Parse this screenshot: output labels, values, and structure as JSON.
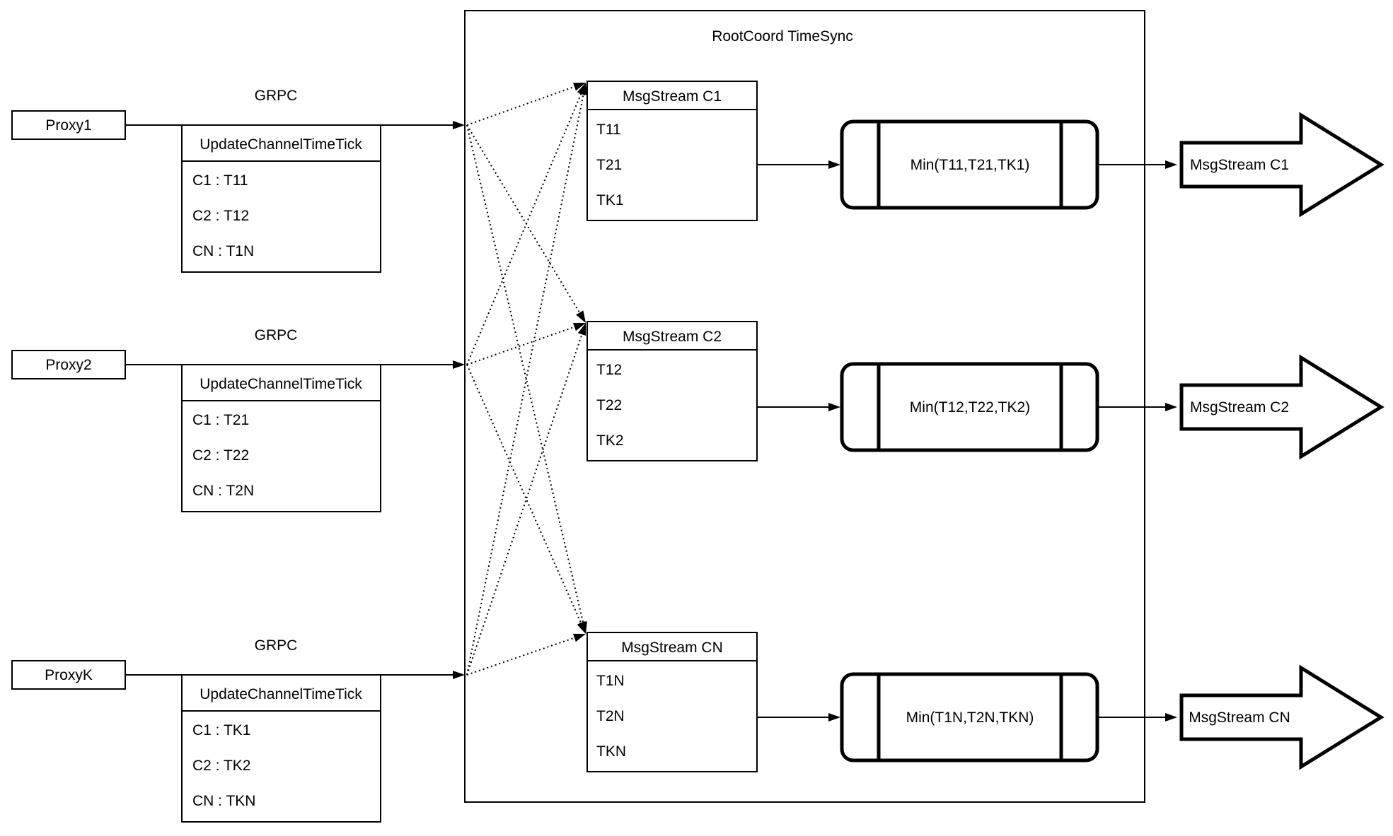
{
  "diagram": {
    "rootcoord": {
      "title": "RootCoord TimeSync"
    },
    "grpc_label": "GRPC",
    "proxies": [
      {
        "name": "Proxy1",
        "table_header": "UpdateChannelTimeTick",
        "rows": [
          "C1 :  T11",
          "C2 :  T12",
          "CN : T1N"
        ]
      },
      {
        "name": "Proxy2",
        "table_header": "UpdateChannelTimeTick",
        "rows": [
          "C1 :  T21",
          "C2 :  T22",
          "CN : T2N"
        ]
      },
      {
        "name": "ProxyK",
        "table_header": "UpdateChannelTimeTick",
        "rows": [
          "C1 :  TK1",
          "C2 :  TK2",
          "CN : TKN"
        ]
      }
    ],
    "streams": [
      {
        "header": "MsgStream C1",
        "cells": [
          "T11",
          "T21",
          "TK1"
        ],
        "min_label": "Min(T11,T21,TK1)",
        "out_label": "MsgStream C1"
      },
      {
        "header": "MsgStream C2",
        "cells": [
          "T12",
          "T22",
          "TK2"
        ],
        "min_label": "Min(T12,T22,TK2)",
        "out_label": "MsgStream C2"
      },
      {
        "header": "MsgStream CN",
        "cells": [
          "T1N",
          "T2N",
          "TKN"
        ],
        "min_label": "Min(T1N,T2N,TKN)",
        "out_label": "MsgStream CN"
      }
    ],
    "colors": {
      "stroke": "#000000",
      "background": "#ffffff"
    }
  }
}
